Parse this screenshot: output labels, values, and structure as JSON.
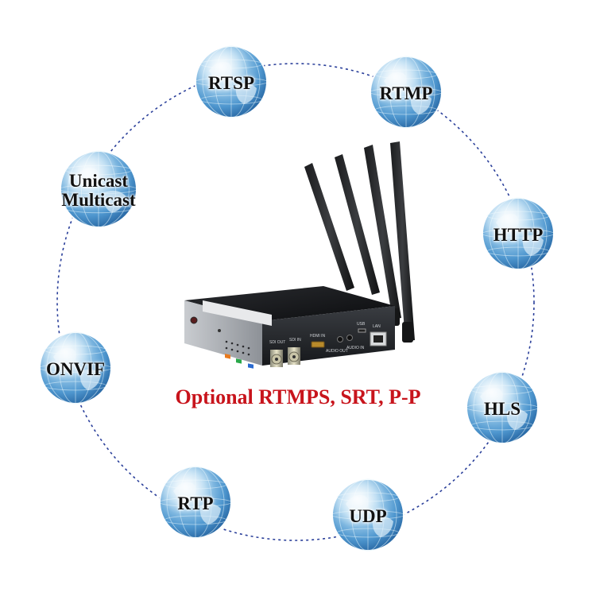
{
  "protocols": [
    {
      "id": "rtsp",
      "lines": [
        "RTSP"
      ]
    },
    {
      "id": "rtmp",
      "lines": [
        "RTMP"
      ]
    },
    {
      "id": "http",
      "lines": [
        "HTTP"
      ]
    },
    {
      "id": "hls",
      "lines": [
        "HLS"
      ]
    },
    {
      "id": "udp",
      "lines": [
        "UDP"
      ]
    },
    {
      "id": "rtp",
      "lines": [
        "RTP"
      ]
    },
    {
      "id": "onvif",
      "lines": [
        "ONVIF"
      ]
    },
    {
      "id": "unicast",
      "lines": [
        "Unicast",
        "Multicast"
      ]
    }
  ],
  "caption": {
    "text": "Optional RTMPS, SRT, P-P",
    "color": "#c8141c"
  },
  "ring_color": "#2a3f9a",
  "globe_colors": {
    "light": "#cfe7f6",
    "mid": "#6fb0dd",
    "dark": "#2f78b6"
  },
  "device": {
    "brand_label": "",
    "port_labels": {
      "sdi_out": "SDI OUT",
      "sdi_in": "SDI IN",
      "hdmi_in": "HDMI IN",
      "audio_out": "AUDIO OUT",
      "audio_in": "AUDIO IN",
      "usb": "USB",
      "lan": "LAN"
    }
  }
}
